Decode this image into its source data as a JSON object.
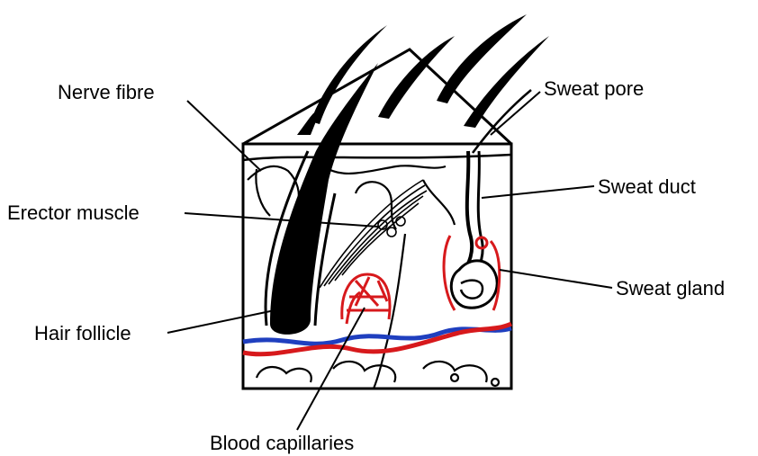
{
  "labels": {
    "nerve_fibre": "Nerve fibre",
    "erector_muscle": "Erector muscle",
    "hair_follicle": "Hair follicle",
    "sweat_pore": "Sweat pore",
    "sweat_duct": "Sweat duct",
    "sweat_gland": "Sweat gland",
    "blood_capillaries": "Blood capillaries"
  },
  "colors": {
    "artery": "#d7191c",
    "vein": "#1f3fbf",
    "ink": "#000000"
  }
}
